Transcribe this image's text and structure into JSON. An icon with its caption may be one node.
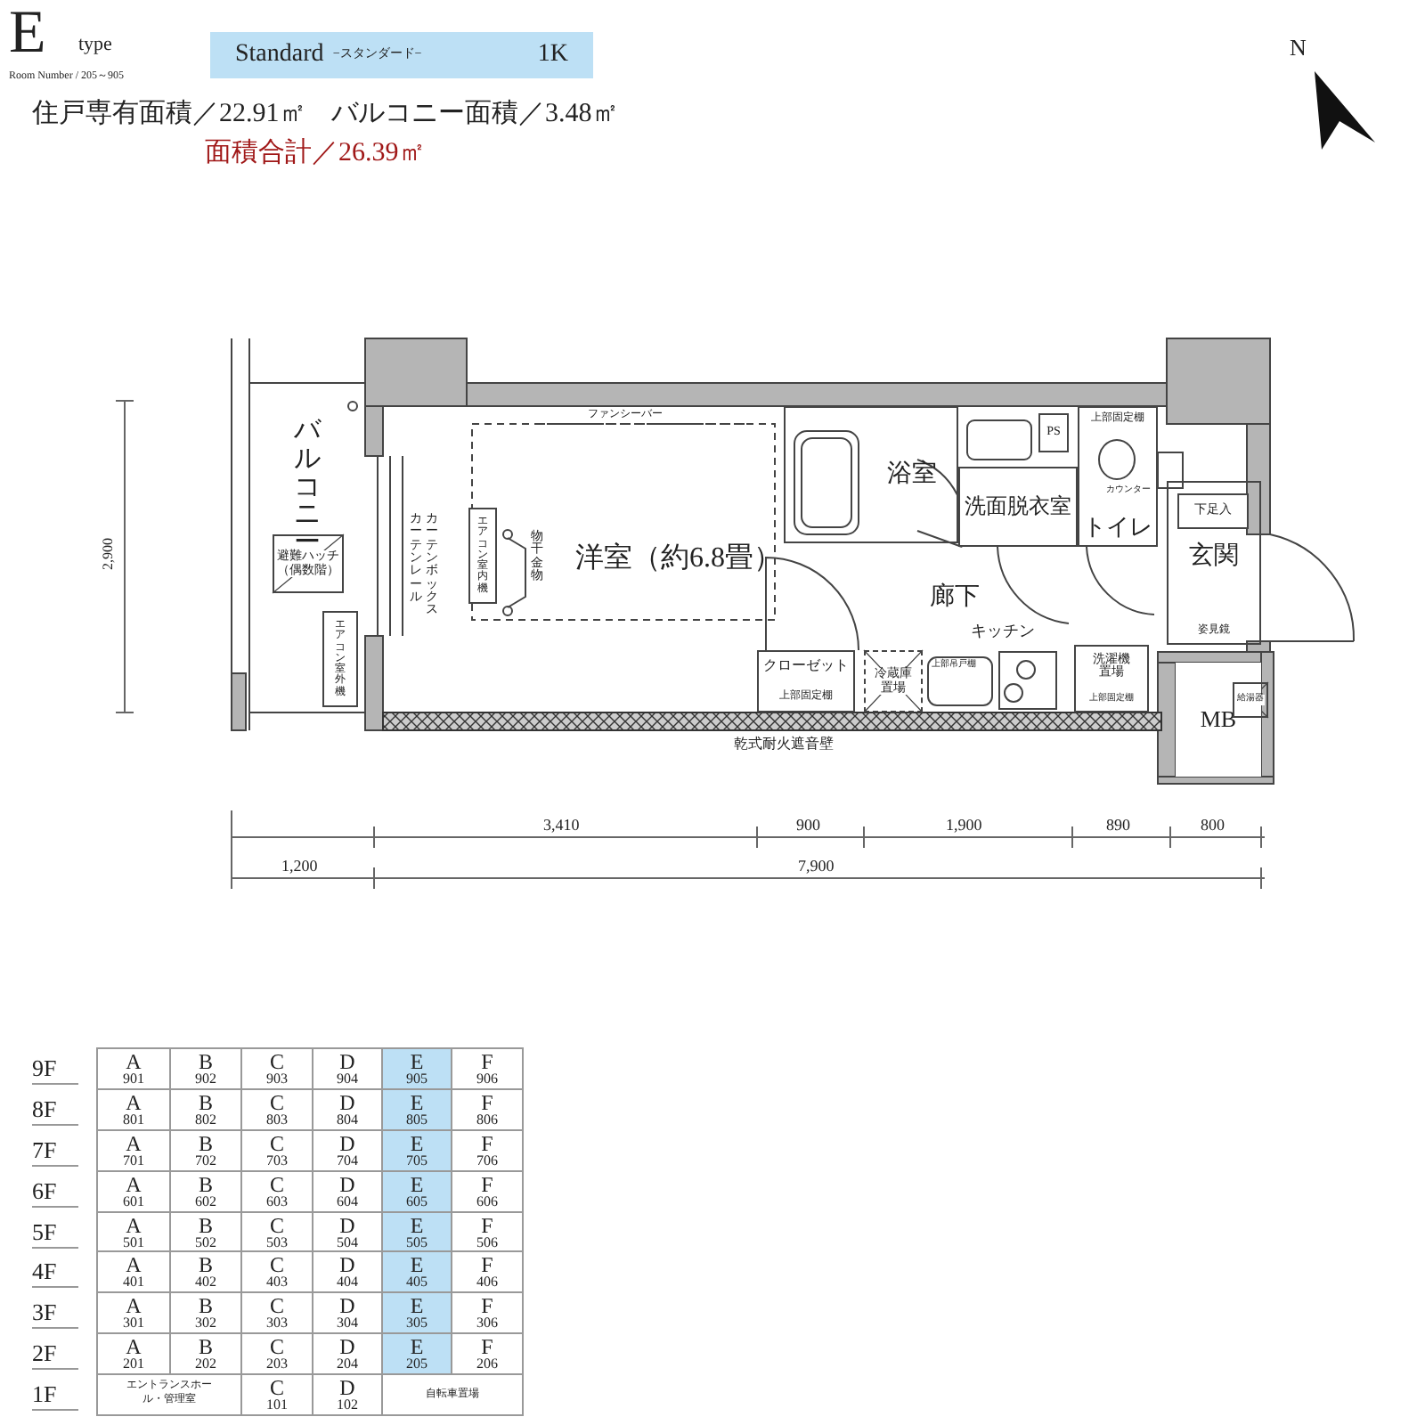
{
  "diagram": {
    "nodes": [
      {
        "text": [
          "Standard",
          "−スタンダード−",
          "1K"
        ]
      },
      {
        "text": [
          "バルコニー"
        ]
      },
      {
        "text": [
          "避難ハッチ（偶数階）"
        ],
        "in": 1
      },
      {
        "text": [
          "エアコン室外機"
        ],
        "in": 1
      },
      {
        "text": [
          "洋室（約6.8畳）"
        ]
      },
      {
        "text": [
          "エアコン室内機"
        ],
        "in": 4
      },
      {
        "text": [
          "浴室"
        ]
      },
      {
        "text": [
          "PS"
        ]
      },
      {
        "text": [
          "洗面脱衣室"
        ]
      },
      {
        "text": [
          "上部固定棚",
          "トイレ"
        ]
      },
      {
        "text": [
          "玄関",
          "姿見鏡"
        ]
      },
      {
        "text": [
          "下足入"
        ],
        "in": 10
      },
      {
        "text": [
          "廊下"
        ]
      },
      {
        "text": [
          "クローゼット",
          "上部固定棚"
        ]
      },
      {
        "text": [
          "冷蔵庫置場"
        ]
      },
      {
        "text": [
          "洗濯機置場",
          "上部固定棚"
        ]
      },
      {
        "text": [
          "MB"
        ]
      },
      {
        "text": [
          "給湯器"
        ],
        "in": 16
      }
    ],
    "labels": [
      "E",
      "type",
      "Room Number / 205～905",
      "住戸専有面積／22.91㎡",
      "バルコニー面積／3.48㎡",
      "面積合計／26.39㎡",
      "N",
      "ファンシーバー",
      "カーテンレール",
      "カーテンボックス",
      "物干金物",
      "カウンター",
      "キッチン",
      "上部吊戸棚",
      "乾式耐火遮音壁",
      "2,900",
      "3,410",
      "900",
      "1,900",
      "890",
      "800",
      "1,200",
      "7,900",
      "9F",
      "A",
      "901",
      "B",
      "902",
      "C",
      "903",
      "D",
      "904",
      "E",
      "905",
      "F",
      "906",
      "8F",
      "A",
      "801",
      "B",
      "802",
      "C",
      "803",
      "D",
      "804",
      "E",
      "805",
      "F",
      "806",
      "7F",
      "A",
      "701",
      "B",
      "702",
      "C",
      "703",
      "D",
      "704",
      "E",
      "705",
      "F",
      "706",
      "6F",
      "A",
      "601",
      "B",
      "602",
      "C",
      "603",
      "D",
      "604",
      "E",
      "605",
      "F",
      "606",
      "5F",
      "A",
      "501",
      "B",
      "502",
      "C",
      "503",
      "D",
      "504",
      "E",
      "505",
      "F",
      "506",
      "4F",
      "A",
      "401",
      "B",
      "402",
      "C",
      "403",
      "D",
      "404",
      "E",
      "405",
      "F",
      "406",
      "3F",
      "A",
      "301",
      "B",
      "302",
      "C",
      "303",
      "D",
      "304",
      "E",
      "305",
      "F",
      "306",
      "2F",
      "A",
      "201",
      "B",
      "202",
      "C",
      "203",
      "D",
      "204",
      "E",
      "205",
      "F",
      "206",
      "1F",
      "エントランスホール・管理室",
      "C",
      "101",
      "D",
      "102",
      "自転車置場"
    ]
  }
}
